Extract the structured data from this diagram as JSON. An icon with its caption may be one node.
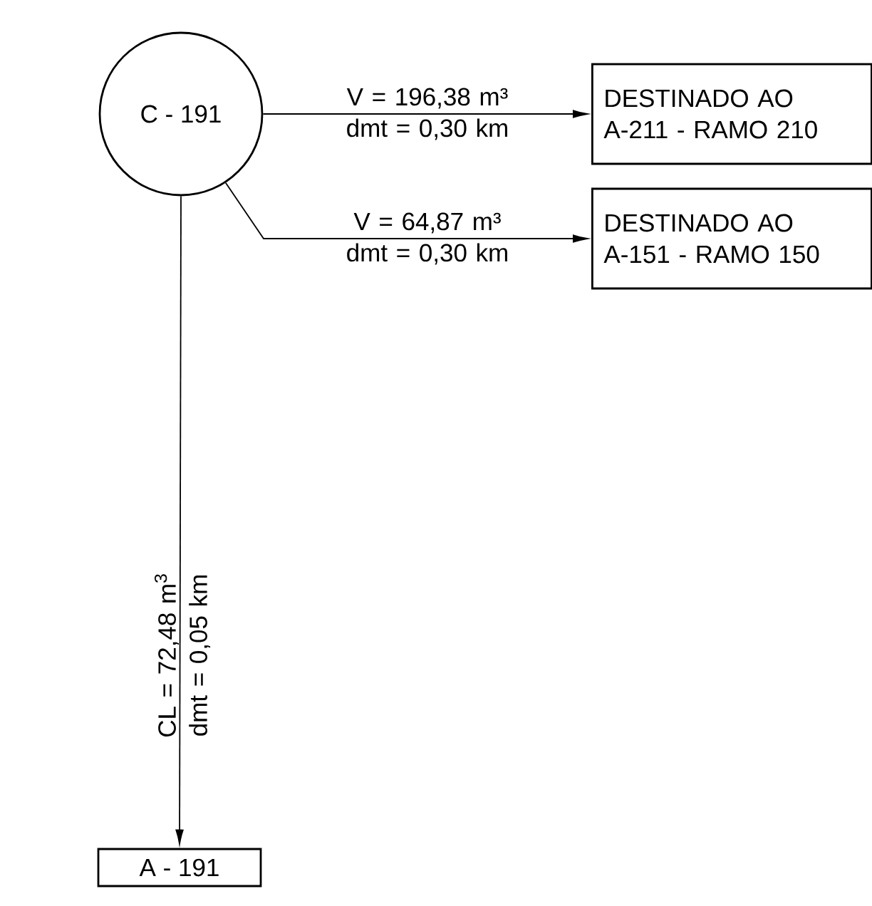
{
  "diagram": {
    "nodes": [
      {
        "text": [
          "C - 191"
        ]
      },
      {
        "text": [
          "DESTINADO AO A-211 - RAMO 210"
        ]
      },
      {
        "text": [
          "DESTINADO AO A-151 - RAMO 150"
        ]
      },
      {
        "text": [
          "A - 191"
        ]
      }
    ],
    "edges": [
      {
        "from": 0,
        "to": 1,
        "arrow": "to",
        "label": "V = 196,38 m³ dmt = 0,30 km"
      },
      {
        "from": 0,
        "to": 2,
        "arrow": "to",
        "label": "V = 64,87 m³ dmt = 0,30 km"
      },
      {
        "from": 0,
        "to": 3,
        "arrow": "to",
        "label": "CL = 72,48 m$^{3}$ dmt = 0,05 km"
      }
    ]
  }
}
